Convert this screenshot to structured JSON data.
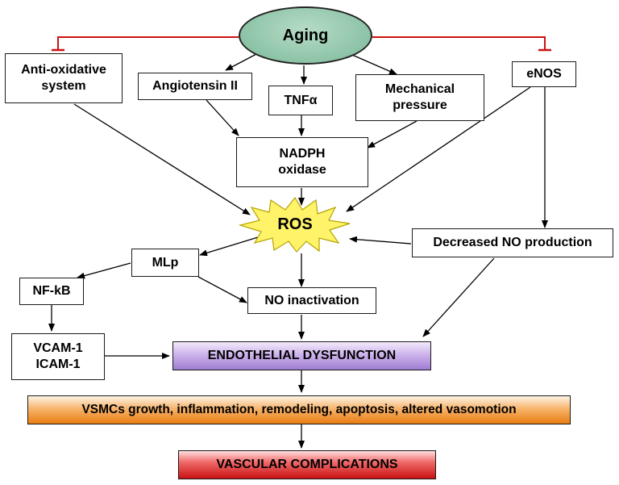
{
  "nodes": {
    "aging": "Aging",
    "anti_oxidative": [
      "Anti-oxidative",
      "system"
    ],
    "angiotensin": "Angiotensin II",
    "tnf": "TNFα",
    "mechanical": [
      "Mechanical",
      "pressure"
    ],
    "enos": "eNOS",
    "nadph": [
      "NADPH",
      "oxidase"
    ],
    "ros": "ROS",
    "decreased_no": "Decreased NO production",
    "mlp": "MLp",
    "nfkb": "NF-kB",
    "no_inactivation": "NO inactivation",
    "vcam": [
      "VCAM-1",
      "ICAM-1"
    ],
    "endothelial": "ENDOTHELIAL DYSFUNCTION",
    "vsmc": "VSMCs growth, inflammation, remodeling, apoptosis, altered vasomotion",
    "vascular": "VASCULAR COMPLICATIONS"
  },
  "colors": {
    "inhibition": "#cc1111",
    "arrow": "#000000",
    "aging_fill": "#8cc3a6",
    "ros_fill": "#fff36a",
    "endothelial_fill": "#b497e0",
    "vsmc_fill": "#f29a3d",
    "vascular_fill": "#e02a2a"
  }
}
